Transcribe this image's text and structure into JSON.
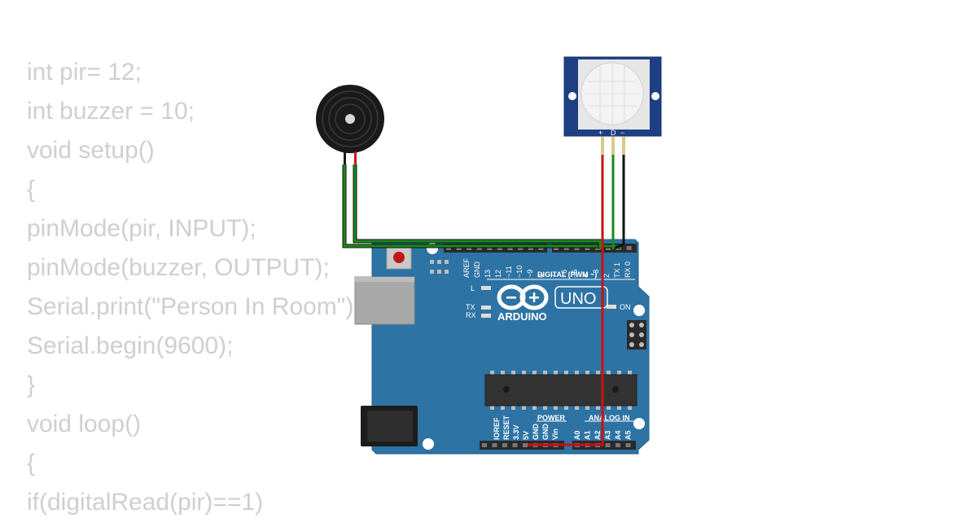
{
  "code_lines": [
    "int pir= 12;",
    "int buzzer = 10;",
    "void setup()",
    "{",
    "pinMode(pir, INPUT);",
    "pinMode(buzzer, OUTPUT);",
    "Serial.print(\"Person In Room\");",
    "Serial.begin(9600);",
    "}",
    "void loop()",
    "{",
    "if(digitalRead(pir)==1)"
  ],
  "board": {
    "brand": "ARDUINO",
    "model": "UNO",
    "digital_label": "DIGITAL (PWM ~)",
    "power_label": "POWER",
    "analog_label": "ANALOG IN",
    "on_label": "ON",
    "led_l": "L",
    "led_tx": "TX",
    "led_rx": "RX",
    "digital_pins": [
      "AREF",
      "GND",
      "13",
      "12",
      "~11",
      "~10",
      "~9",
      "8",
      "7",
      "~6",
      "~5",
      "4",
      "~3",
      "2",
      "TX 1",
      "RX 0"
    ],
    "power_pins": [
      "IOREF",
      "RESET",
      "3.3V",
      "5V",
      "GND",
      "GND",
      "Vin"
    ],
    "analog_pins": [
      "A0",
      "A1",
      "A2",
      "A3",
      "A4",
      "A5"
    ]
  },
  "pir_sensor": {
    "pins": [
      "+",
      "D",
      "−"
    ]
  },
  "colors": {
    "board": "#2d73a4",
    "wire_green": "#1a8a1a",
    "wire_red": "#cc1111",
    "wire_black": "#111111",
    "code_text": "#cfcfcf",
    "sensor_board": "#1f3f85"
  },
  "icons": {
    "buzzer": "piezo-buzzer-icon",
    "pir": "pir-sensor-icon",
    "logo": "arduino-infinity-logo-icon"
  }
}
